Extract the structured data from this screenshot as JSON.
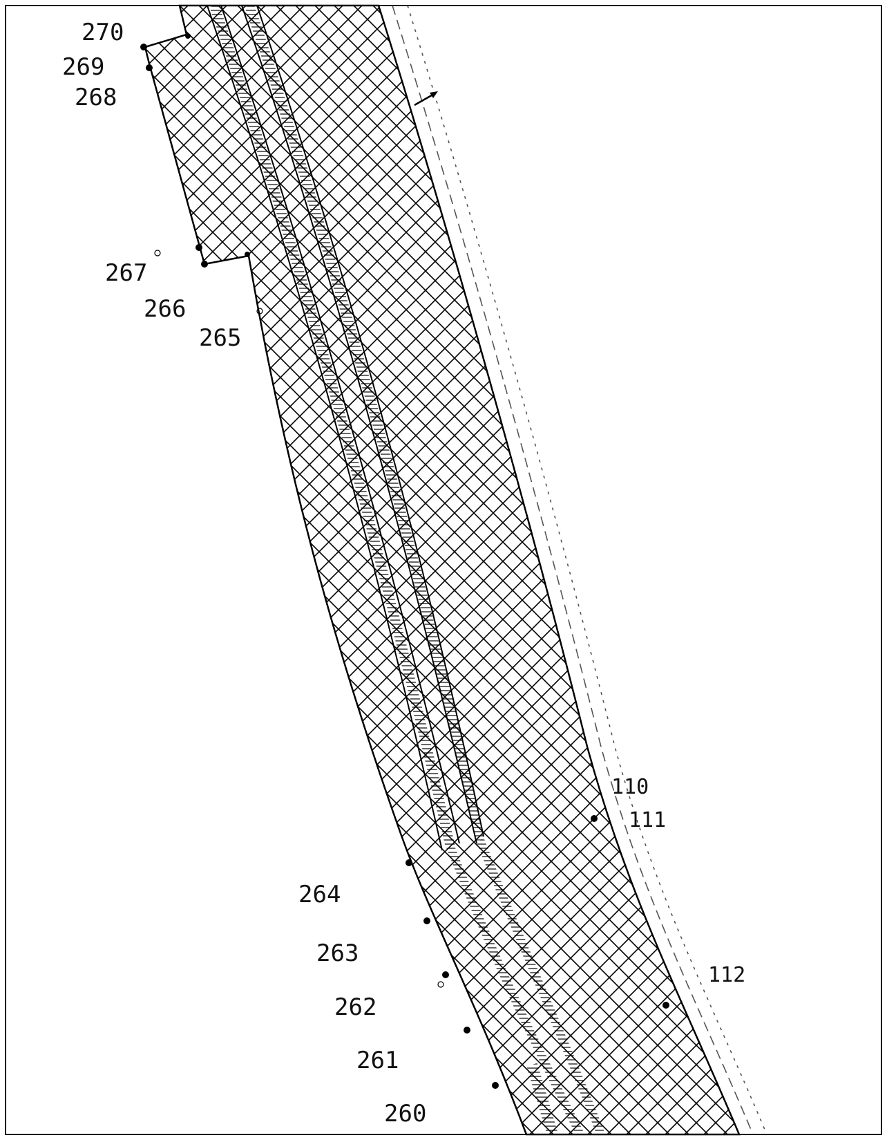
{
  "map": {
    "colors": {
      "line": "#000000",
      "label": "#111111",
      "background": "#ffffff",
      "dash": "#555555"
    },
    "point_labels": {
      "p270": "270",
      "p269": "269",
      "p268": "268",
      "p267": "267",
      "p266": "266",
      "p265": "265",
      "p264": "264",
      "p263": "263",
      "p262": "262",
      "p261": "261",
      "p260": "260",
      "p110": "110",
      "p111": "111",
      "p112": "112"
    },
    "icons": {
      "direction": "north-arrow-icon",
      "survey_marker": "survey-point-icon"
    }
  }
}
